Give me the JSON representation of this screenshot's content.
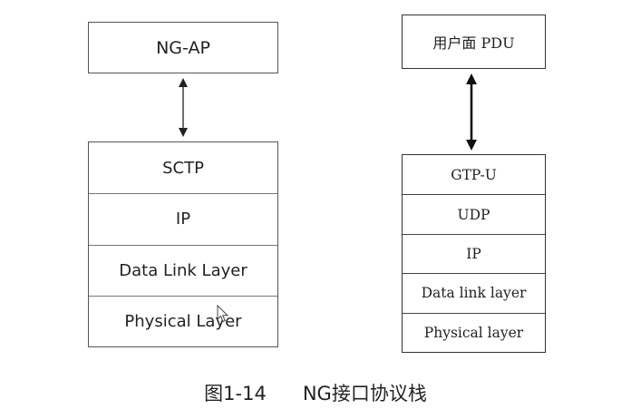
{
  "left": {
    "top_box": "NG-AP",
    "stack": [
      "SCTP",
      "IP",
      "Data Link Layer",
      "Physical Layer"
    ]
  },
  "right": {
    "top_box": "用户面 PDU",
    "stack": [
      "GTP-U",
      "UDP",
      "IP",
      "Data link layer",
      "Physical layer"
    ]
  },
  "caption": {
    "figure_number": "图1-14",
    "title": "NG接口协议栈"
  },
  "colors": {
    "line": "#222222",
    "box_border": "#555555"
  }
}
